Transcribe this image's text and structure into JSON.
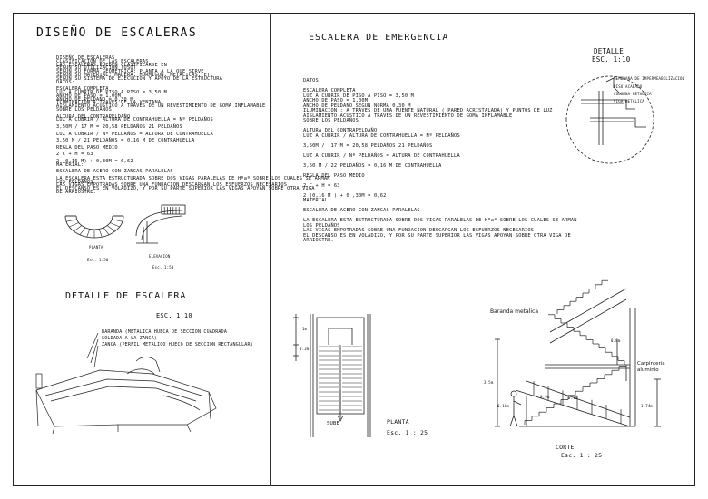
{
  "left": {
    "title": "DISEÑO DE ESCALERAS",
    "notes": [
      "DISEÑO DE ESCALERAS",
      "CLASIFICACION DE LAS ESCALERAS",
      "LAS ESCALERAS PUEDEN CLASIFICARSE EN",
      "SEGUN SU UTILIZACION (USO)",
      "SEGUN SU FORMA GEOMETRICA: PLANTA A LA QUE SIRVE",
      "SEGUN SU MATERIAL: MADERA, HORMIGON, METALICAS, ETC",
      "SEGUN SU SISTEMA DE EJECUCION Y APOYO DE LA ESTRUCTURA",
      "DATOS:",
      "",
      "ESCALERA COMPLETA",
      "LUZ A CUBRIR DE PISO A PISO = 3,50 M",
      "ANCHO DE PASO = 1,00M",
      "ANCHO DE PELDAÑO = 0,30 M",
      "ILUMINACION A TRAVES DE LA VENTANA",
      "AISLAMIENTO ACUSTICO A TRAVES DE UN REVESTIMIENTO DE GOMA INFLAMABLE",
      "SOBRE LOS PELDAÑOS",
      "",
      "ALTURA DEL CONTRAPELDAÑO",
      "LUZ A CUBRIR / ALTURA DE CONTRAHUELLA = Nº PELDAÑOS",
      "",
      "3,50M / 17 M = 20,58 PELDAÑOS 21 PELDAÑOS",
      "",
      "LUZ A CUBRIR / Nº PELDAÑOS = ALTURA DE CONTRAHUELLA",
      "",
      "3,50 M / 21 PELDAÑOS = 0,16 M DE CONTRAHUELLA",
      "",
      "REGLA DEL PASO MEDIO",
      "",
      "2 C + H = 63",
      "",
      "2 (0,16 M) + 0,30M = 0,62",
      "MATERIAL:",
      "",
      "ESCALERA DE ACERO CON ZANCAS PARALELAS",
      "",
      "LA ESCALERA ESTA ESTRUCTURADA SOBRE DOS VIGAS PARALELAS DE Hºaº SOBRE LOS CUALES SE ARMAN",
      "LOS PELDAÑOS",
      "LAS VIGAS EMPOTRADAS SOBRE UNA FUNDACION DESCARGAN LOS ESFUERZOS NECESARIOS",
      "EL DESCANSO ES EN VOLADIZO, Y POR SU PARTE SUPERIOR LAS VIGAS APOYAN SOBRE OTRA VIGA",
      "DE ARRIOSTRE."
    ],
    "planta_label": "PLANTA",
    "planta_scale": "Esc. 1:50",
    "elevacion_label": "ELEVACION",
    "elevacion_scale": "Esc. 1:50",
    "detalle_title": "DETALLE DE ESCALERA",
    "detalle_scale": "ESC.   1:10",
    "callouts": [
      "BARANDA (METALICA HUECA DE SECCION CUADRADA",
      "SOLDADA A LA ZANCA)",
      "ZANCA (PERFIL METALICO HUECO DE SECCION RECTANGULAR)"
    ]
  },
  "right": {
    "title": "ESCALERA DE EMERGENCIA",
    "detalle_label": "DETALLE",
    "detalle_scale": "ESC. 1:10",
    "detail_callouts": [
      "MEMBRANA DE IMPERMEABILIZACION",
      "PISO ACABADO",
      "COLUMNA METALICA",
      "VIGA METALICA"
    ],
    "data_lines": [
      "DATOS:",
      "",
      "ESCALERA COMPLETA",
      "LUZ A CUBRIR DE PISO A PISO = 3,50 M",
      "ANCHO DE PASO = 1,00M",
      "ANCHO DE PELDAÑO SEGUN NORMA 0,30 M",
      "ILUMINACION : A TRAVES DE UNA FUENTE NATURAL ( PARED ACRISTALADA) Y PUNTOS  DE LUZ",
      "AISLAMIENTO ACUSTICO A TRAVES DE UN REVESTIMIENTO DE GOMA INFLAMABLE",
      "SOBRE LOS PELDAÑOS",
      "",
      "ALTURA DEL CONTRAPELDAÑO",
      "LUZ A CUBRIR / ALTURA DE CONTRAHUELLA =  Nº PELDAÑOS",
      "",
      "3,50M / ,17 M   =  20,58 PELDAÑOS 21 PELDAÑOS",
      "",
      "LUZ A CUBRIR / Nº PELDAÑOS = ALTURA DE CONTRAHUELLA",
      "",
      "3,50 M  / 22 PELDAÑOS = 0,16 M DE CONTRAHUELLA",
      "",
      "REGLA DEL PASO MEDIO",
      "",
      "2 C + H = 63",
      "",
      "2 (0,16 M ) + 0 ,30M = 0,62",
      "MATERIAL:",
      "",
      "ESCALERA DE ACERO CON ZANCAS PARALELAS",
      "",
      "LA ESCALERA ESTA ESTRUCTURADA SOBRE DOS VIGAS PARALELAS DE Hºaº SOBRE LOS CUALES SE ARMAN",
      "LOS PELDAÑOS",
      "LAS VIGAS EMPOTRADAS SOBRE UNA FUNDACION DESCARGAN LOS ESFUERZOS NECESARIOS",
      "EL DESCANSO ES EN VOLADIZO, Y POR SU PARTE SUPERIOR LAS VIGAS APOYAN SOBRE OTRA VIGA DE",
      "ARRIOSTRE."
    ],
    "plan_dim_1": "1m",
    "plan_dim_2": "0.3m",
    "sube_label": "SUBE",
    "planta_label": "PLANTA",
    "planta_scale": "Esc. 1 : 25",
    "baranda_label": "Baranda metalica",
    "carpinteria_label_1": "Carpinteria",
    "carpinteria_label_2": "aluminio",
    "dim_35": "3.5m",
    "dim_09": "0.9m",
    "dim_018": "0.18m",
    "dim_01": "0.1m",
    "dim_174": "1.74m",
    "dim_top": "0.8m",
    "corte_label": "CORTE",
    "corte_scale": "Esc. 1 : 25"
  }
}
